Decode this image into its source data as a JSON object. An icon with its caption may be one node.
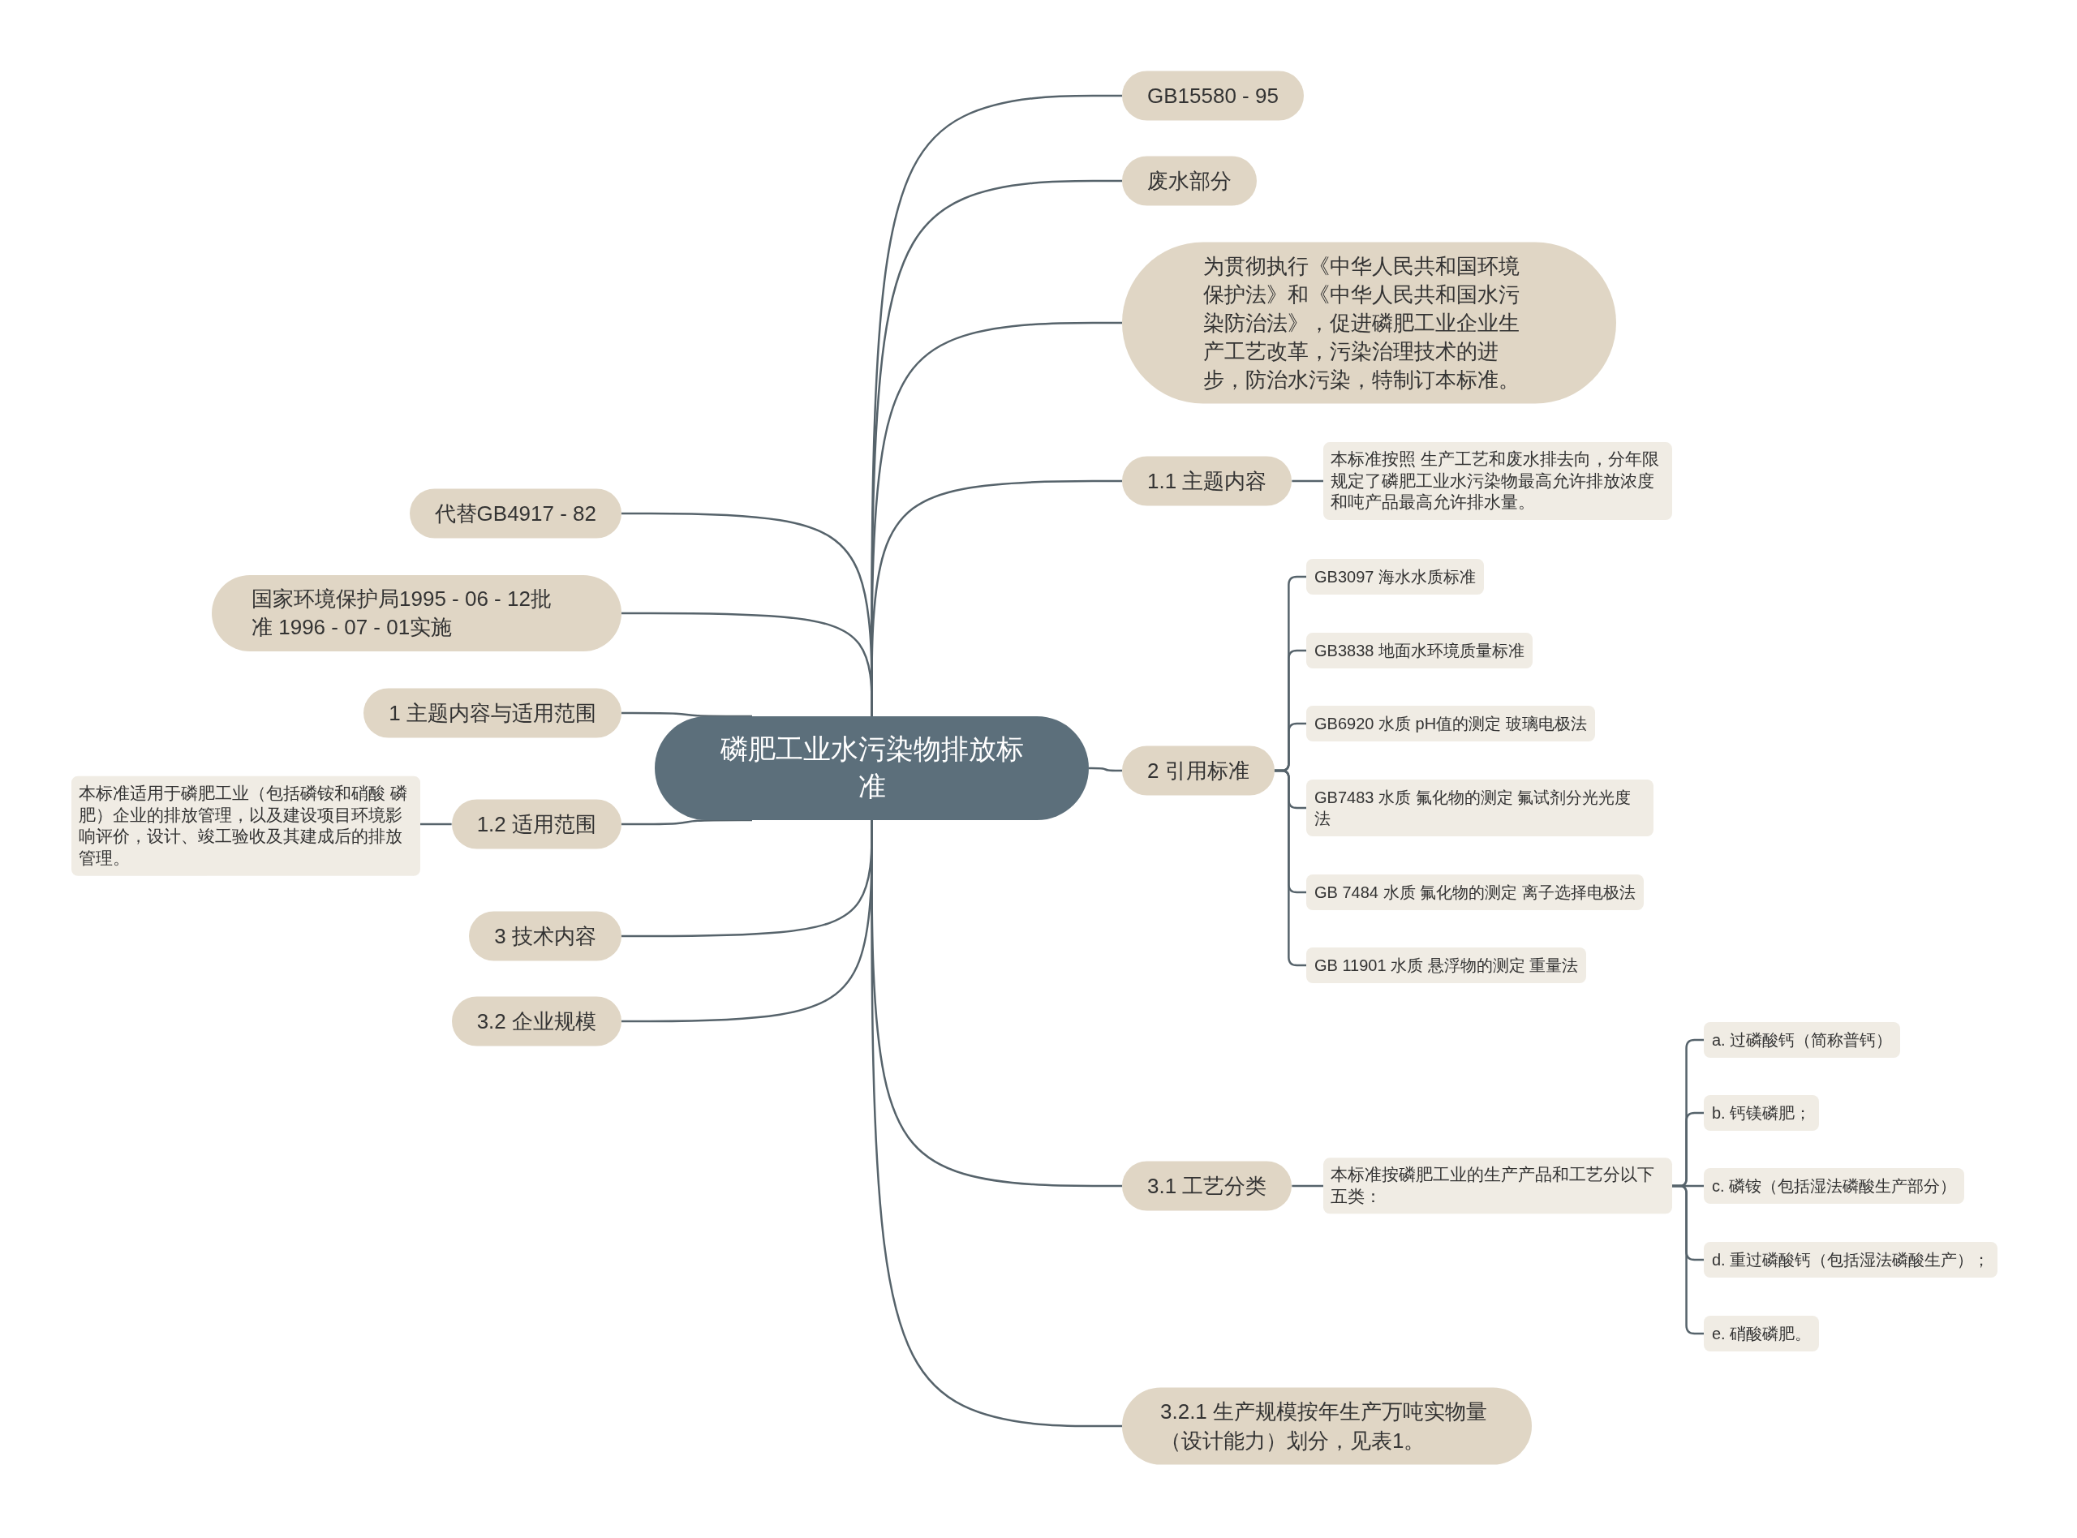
{
  "diagram": {
    "nodes": [
      {
        "text": [
          "磷肥工业水污染物排放标准"
        ]
      },
      {
        "text": [
          "GB15580 - 95"
        ]
      },
      {
        "text": [
          "废水部分"
        ]
      },
      {
        "text": [
          "为贯彻执行《中华人民共和国环境保护法》和《中华人民共和国水污染防治法》，促进磷肥工业企业生产工艺改革，污染治理技术的进步，防治水污染，特制订本标准。"
        ]
      },
      {
        "text": [
          "1.1 主题内容"
        ]
      },
      {
        "text": [
          "本标准按照 生产工艺和废水排去向，分年限规定了磷肥工业水污染物最高允许排放浓度和吨产品最高允许排水量。"
        ]
      },
      {
        "text": [
          "2 引用标准"
        ]
      },
      {
        "text": [
          "GB3097 海水水质标准"
        ]
      },
      {
        "text": [
          "GB3838 地面水环境质量标准"
        ]
      },
      {
        "text": [
          "GB6920 水质 pH值的测定 玻璃电极法"
        ]
      },
      {
        "text": [
          "GB7483 水质 氟化物的测定 氟试剂分光光度法"
        ]
      },
      {
        "text": [
          "GB 7484 水质 氟化物的测定 离子选择电极法"
        ]
      },
      {
        "text": [
          "GB 11901 水质 悬浮物的测定 重量法"
        ]
      },
      {
        "text": [
          "3.1 工艺分类"
        ]
      },
      {
        "text": [
          "本标准按磷肥工业的生产产品和工艺分以下五类："
        ]
      },
      {
        "text": [
          "a. 过磷酸钙（简称普钙）"
        ]
      },
      {
        "text": [
          "b. 钙镁磷肥；"
        ]
      },
      {
        "text": [
          "c. 磷铵（包括湿法磷酸生产部分）"
        ]
      },
      {
        "text": [
          "d. 重过磷酸钙（包括湿法磷酸生产）；"
        ]
      },
      {
        "text": [
          "e. 硝酸磷肥。"
        ]
      },
      {
        "text": [
          "3.2.1 生产规模按年生产万吨实物量（设计能力）划分，见表1。"
        ]
      },
      {
        "text": [
          "代替GB4917 - 82"
        ]
      },
      {
        "text": [
          "国家环境保护局1995 - 06 - 12批准 1996 - 07 - 01实施"
        ]
      },
      {
        "text": [
          "1 主题内容与适用范围"
        ]
      },
      {
        "text": [
          "1.2 适用范围"
        ]
      },
      {
        "text": [
          "本标准适用于磷肥工业（包括磷铵和硝酸 磷肥）企业的排放管理，以及建设项目环境影响评价，设计、竣工验收及其建成后的排放管理。"
        ]
      },
      {
        "text": [
          "3 技术内容"
        ]
      },
      {
        "text": [
          "3.2 企业规模"
        ]
      }
    ],
    "edges": [
      {
        "from": 0,
        "to": 1,
        "arrow": "none"
      },
      {
        "from": 0,
        "to": 2,
        "arrow": "none"
      },
      {
        "from": 0,
        "to": 3,
        "arrow": "none"
      },
      {
        "from": 0,
        "to": 4,
        "arrow": "none"
      },
      {
        "from": 4,
        "to": 5,
        "arrow": "none"
      },
      {
        "from": 0,
        "to": 6,
        "arrow": "none"
      },
      {
        "from": 6,
        "to": 7,
        "arrow": "none"
      },
      {
        "from": 6,
        "to": 8,
        "arrow": "none"
      },
      {
        "from": 6,
        "to": 9,
        "arrow": "none"
      },
      {
        "from": 6,
        "to": 10,
        "arrow": "none"
      },
      {
        "from": 6,
        "to": 11,
        "arrow": "none"
      },
      {
        "from": 6,
        "to": 12,
        "arrow": "none"
      },
      {
        "from": 0,
        "to": 13,
        "arrow": "none"
      },
      {
        "from": 13,
        "to": 14,
        "arrow": "none"
      },
      {
        "from": 14,
        "to": 15,
        "arrow": "none"
      },
      {
        "from": 14,
        "to": 16,
        "arrow": "none"
      },
      {
        "from": 14,
        "to": 17,
        "arrow": "none"
      },
      {
        "from": 14,
        "to": 18,
        "arrow": "none"
      },
      {
        "from": 14,
        "to": 19,
        "arrow": "none"
      },
      {
        "from": 0,
        "to": 20,
        "arrow": "none"
      },
      {
        "from": 0,
        "to": 21,
        "arrow": "none"
      },
      {
        "from": 0,
        "to": 22,
        "arrow": "none"
      },
      {
        "from": 0,
        "to": 23,
        "arrow": "none"
      },
      {
        "from": 0,
        "to": 24,
        "arrow": "none"
      },
      {
        "from": 24,
        "to": 25,
        "arrow": "none"
      },
      {
        "from": 0,
        "to": 26,
        "arrow": "none"
      },
      {
        "from": 0,
        "to": 27,
        "arrow": "none"
      }
    ]
  }
}
